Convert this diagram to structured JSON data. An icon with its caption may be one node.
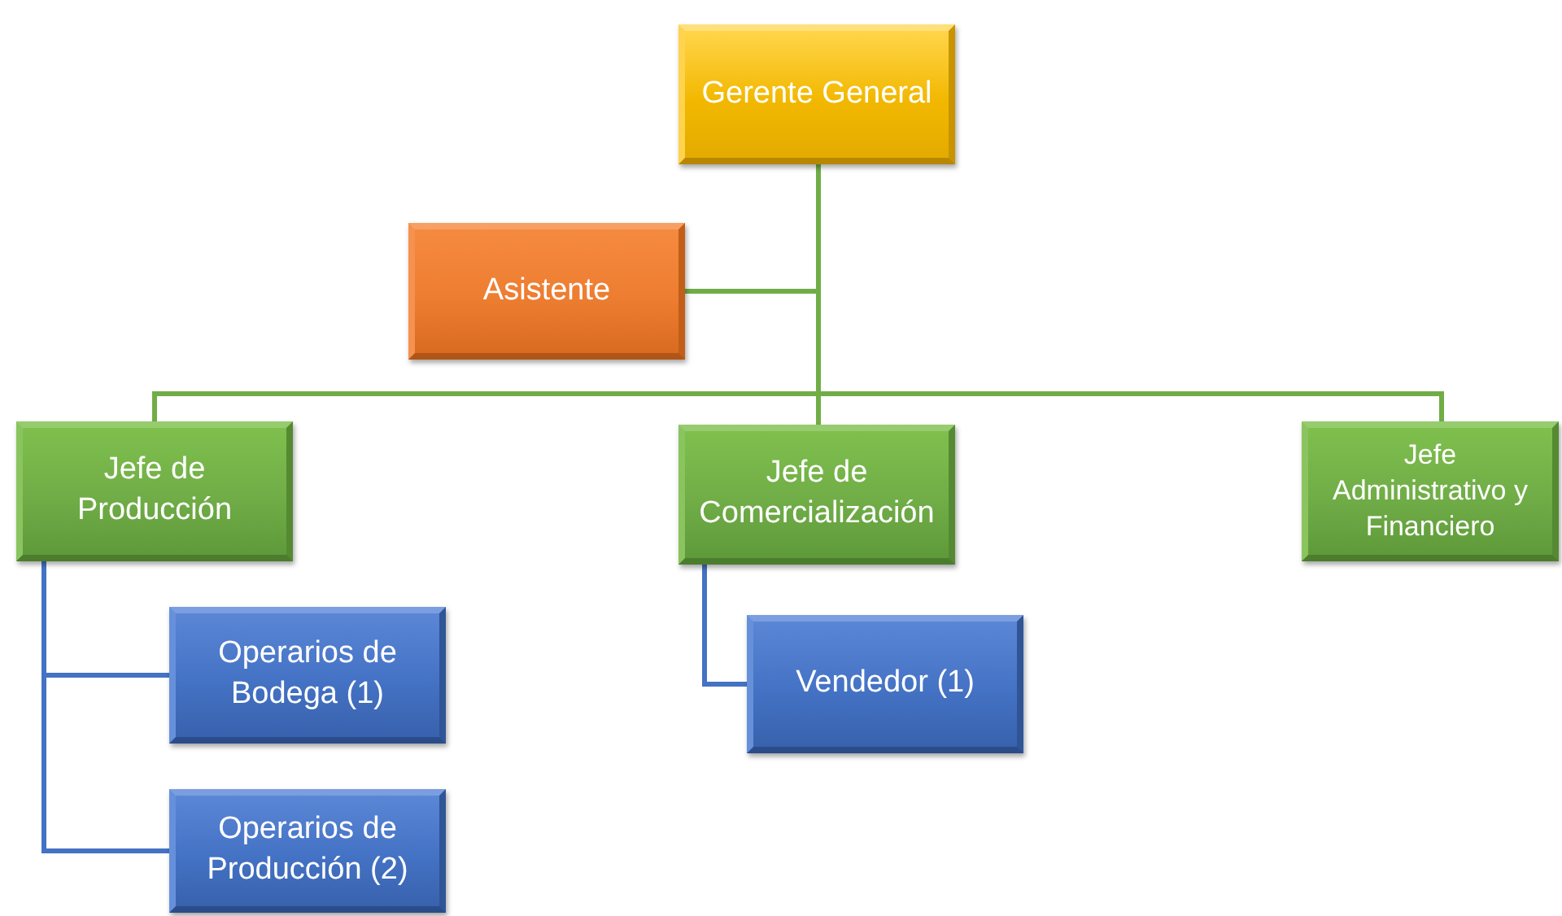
{
  "diagram": {
    "nodes": [
      {
        "text": [
          "Gerente General"
        ]
      },
      {
        "text": [
          "Asistente"
        ]
      },
      {
        "text": [
          "Jefe de Producción"
        ]
      },
      {
        "text": [
          "Jefe de Comercialización"
        ]
      },
      {
        "text": [
          "Jefe Administrativo y Financiero"
        ]
      },
      {
        "text": [
          "Operarios de Bodega (1)"
        ]
      },
      {
        "text": [
          "Operarios de Producción (2)"
        ]
      },
      {
        "text": [
          "Vendedor (1)"
        ]
      }
    ],
    "edges": [
      {
        "from": 0,
        "to": 1,
        "arrow": "none"
      },
      {
        "from": 0,
        "to": 2,
        "arrow": "none"
      },
      {
        "from": 0,
        "to": 3,
        "arrow": "none"
      },
      {
        "from": 0,
        "to": 4,
        "arrow": "none"
      },
      {
        "from": 2,
        "to": 5,
        "arrow": "none",
        "color": "#4472c4"
      },
      {
        "from": 2,
        "to": 6,
        "arrow": "none",
        "color": "#4472c4"
      },
      {
        "from": 3,
        "to": 7,
        "arrow": "none",
        "color": "#4472c4"
      }
    ]
  }
}
